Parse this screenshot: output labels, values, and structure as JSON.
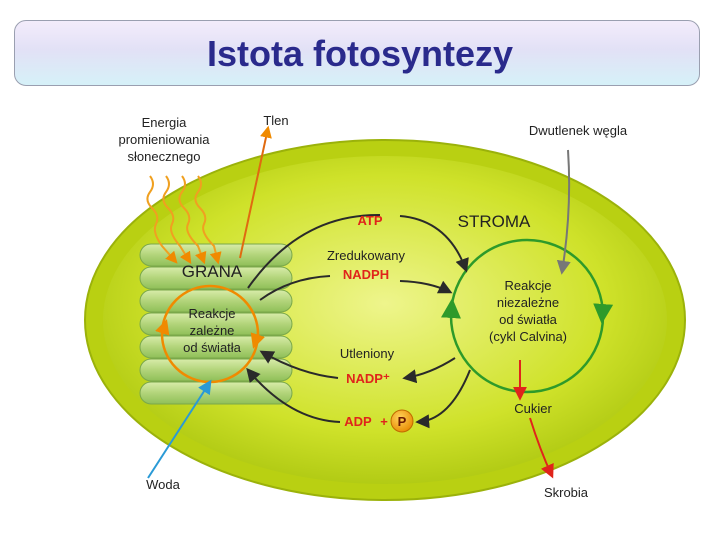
{
  "title": "Istota fotosyntezy",
  "labels": {
    "energy_line1": "Energia",
    "energy_line2": "promieniowania",
    "energy_line3": "słonecznego",
    "oxygen": "Tlen",
    "co2": "Dwutlenek węgla",
    "stroma": "STROMA",
    "grana": "GRANA",
    "atp": "ATP",
    "reduced_line1": "Zredukowany",
    "nadph": "NADPH",
    "oxidized": "Utleniony",
    "nadp_plus": "NADP⁺",
    "adp": "ADP",
    "plus": "+",
    "p": "P",
    "light_line1": "Reakcje",
    "light_line2": "zależne",
    "light_line3": "od światła",
    "dark_line1": "Reakcje",
    "dark_line2": "niezależne",
    "dark_line3": "od światła",
    "dark_line4": "(cykl Calvina)",
    "sugar": "Cukier",
    "water": "Woda",
    "starch": "Skrobia"
  },
  "colors": {
    "title": "#2a2a8c",
    "chloroplast": "#c7dc1e",
    "chloroplast_light": "#e6f07a",
    "grana": "#b4d67a",
    "arrow_dark": "#2a2a2a",
    "arrow_orange": "#f08a00",
    "arrow_red": "#e0241b",
    "arrow_blue": "#2a9ad6",
    "p_circle": "#f0a010"
  }
}
